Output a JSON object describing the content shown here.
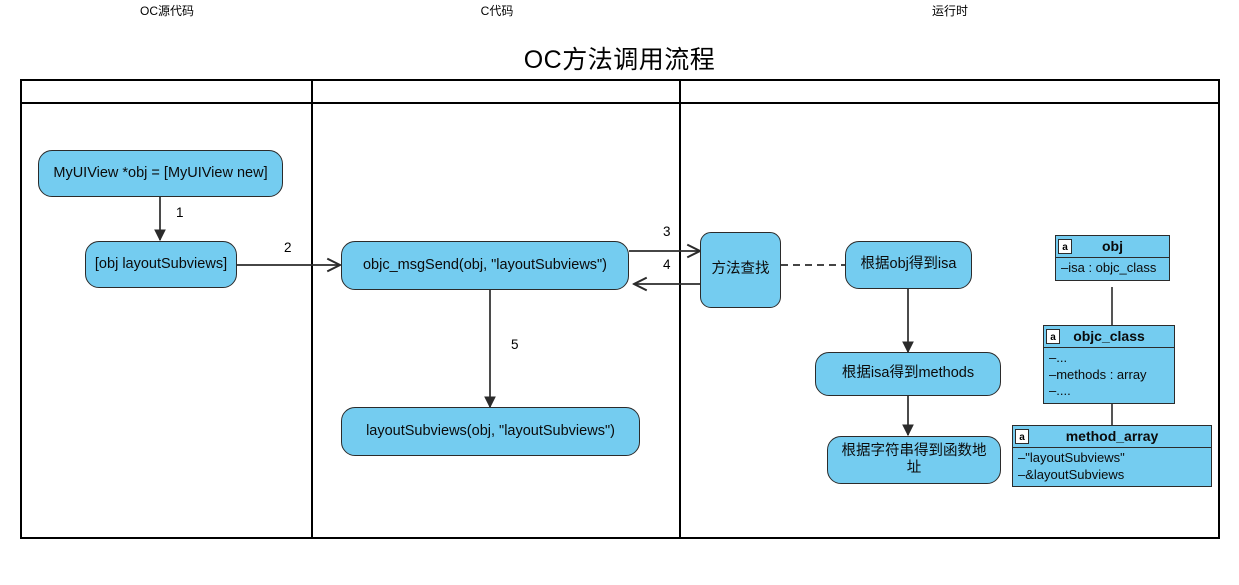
{
  "diagram": {
    "title": "OC方法调用流程",
    "type": "swimlane-flowchart",
    "node_fill": "#74CCF0",
    "node_stroke": "#2b2b2b",
    "frame_stroke": "#000000",
    "background": "#ffffff"
  },
  "lanes": [
    {
      "id": "lane-oc-source",
      "label": "OC源代码"
    },
    {
      "id": "lane-c-code",
      "label": "C代码"
    },
    {
      "id": "lane-runtime",
      "label": "运行时"
    }
  ],
  "nodes": [
    {
      "id": "node-alloc",
      "label": "MyUIView *obj = [MyUIView new]",
      "lane": "lane-oc-source"
    },
    {
      "id": "node-call-layoutsubviews",
      "label": "[obj layoutSubviews]",
      "lane": "lane-oc-source"
    },
    {
      "id": "node-msgsend",
      "label": "objc_msgSend(obj, \"layoutSubviews\")",
      "lane": "lane-c-code"
    },
    {
      "id": "node-layoutsubviews-fn",
      "label": "layoutSubviews(obj, \"layoutSubviews\")",
      "lane": "lane-c-code"
    },
    {
      "id": "node-method-lookup",
      "label": "方法查找",
      "lane": "lane-runtime"
    },
    {
      "id": "node-get-isa",
      "label": "根据obj得到isa",
      "lane": "lane-runtime"
    },
    {
      "id": "node-get-methods",
      "label": "根据isa得到methods",
      "lane": "lane-runtime"
    },
    {
      "id": "node-get-func-address",
      "label": "根据字符串得到函数地址",
      "lane": "lane-runtime"
    }
  ],
  "edge_labels": {
    "e1": "1",
    "e2": "2",
    "e3": "3",
    "e4": "4",
    "e5": "5"
  },
  "uml_classes": [
    {
      "id": "uml-obj",
      "badge": "a",
      "name": "obj",
      "attributes": [
        "–isa : objc_class"
      ]
    },
    {
      "id": "uml-objc-class",
      "badge": "a",
      "name": "objc_class",
      "attributes": [
        "–...",
        "–methods : array",
        "–...."
      ]
    },
    {
      "id": "uml-method-array",
      "badge": "a",
      "name": "method_array",
      "attributes": [
        "–\"layoutSubviews\"",
        "–&layoutSubviews"
      ]
    }
  ]
}
